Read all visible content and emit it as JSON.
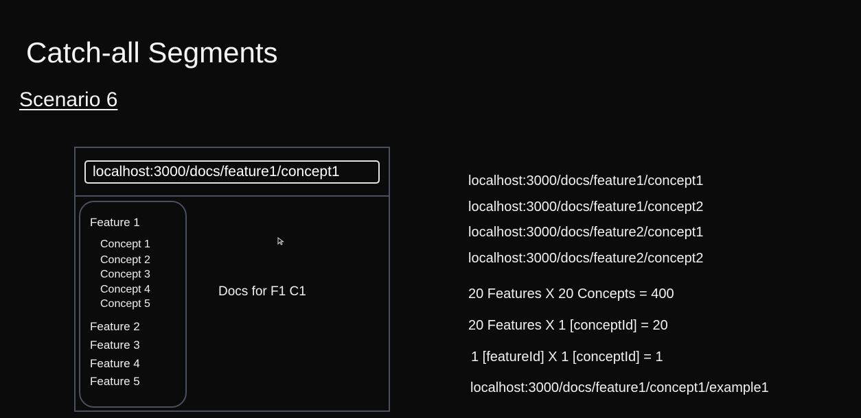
{
  "slide": {
    "title": "Catch-all Segments",
    "subtitle": "Scenario 6"
  },
  "browser": {
    "url": "localhost:3000/docs/feature1/concept1",
    "sidebar": {
      "feature1": "Feature 1",
      "concepts": [
        "Concept 1",
        "Concept 2",
        "Concept 3",
        "Concept 4",
        "Concept 5"
      ],
      "features": [
        "Feature 2",
        "Feature 3",
        "Feature 4",
        "Feature 5"
      ]
    },
    "content": "Docs for F1 C1"
  },
  "urls": [
    "localhost:3000/docs/feature1/concept1",
    "localhost:3000/docs/feature1/concept2",
    "localhost:3000/docs/feature2/concept1",
    "localhost:3000/docs/feature2/concept2"
  ],
  "math": [
    "20 Features X 20 Concepts = 400",
    "20 Features X 1 [conceptId] = 20",
    "1 [featureId] X 1 [conceptId] = 1"
  ],
  "example_url": "localhost:3000/docs/feature1/concept1/example1",
  "colors": {
    "background": "#0b0b0c",
    "frame": "#4a5060",
    "text": "#f2f2f2"
  }
}
